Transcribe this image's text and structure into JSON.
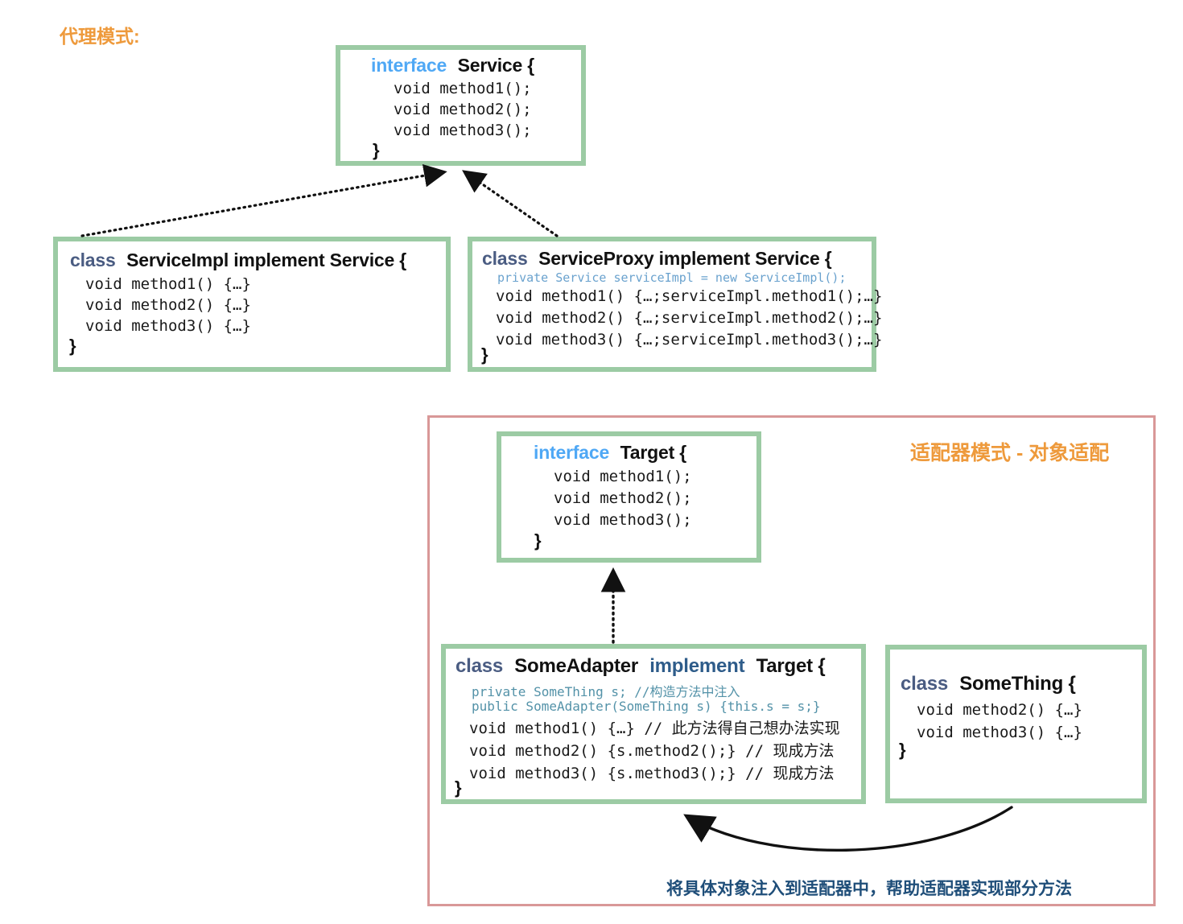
{
  "proxy_section": {
    "title": "代理模式:",
    "title_color": "#EE9A3C",
    "service_interface": {
      "kw": "interface",
      "name": "Service {",
      "lines": [
        "void method1();",
        "void method2();",
        "void method3();"
      ],
      "close": "}"
    },
    "service_impl": {
      "kw": "class",
      "name": "ServiceImpl implement Service {",
      "lines": [
        "void method1() {…}",
        "void method2() {…}",
        "void method3() {…}"
      ],
      "close": "}"
    },
    "service_proxy": {
      "kw": "class",
      "name": "ServiceProxy implement Service {",
      "field": "private Service serviceImpl = new ServiceImpl();",
      "lines": [
        "void method1() {…;serviceImpl.method1();…}",
        "void method2() {…;serviceImpl.method2();…}",
        "void method3() {…;serviceImpl.method3();…}"
      ],
      "close": "}"
    }
  },
  "adapter_section": {
    "title": "适配器模式 - 对象适配",
    "title_color": "#EE9A3C",
    "border_color": "#D99898",
    "target_interface": {
      "kw": "interface",
      "name": "Target {",
      "lines": [
        "void method1();",
        "void method2();",
        "void method3();"
      ],
      "close": "}"
    },
    "some_adapter": {
      "kw1": "class",
      "name1": "SomeAdapter",
      "kw2": "implement",
      "name2": "Target {",
      "field1": "private SomeThing s; //构造方法中注入",
      "field2": "public SomeAdapter(SomeThing s) {this.s = s;}",
      "lines": [
        "void method1() {…} // 此方法得自己想办法实现",
        "void method2() {s.method2();} // 现成方法",
        "void method3() {s.method3();} // 现成方法"
      ],
      "close": "}"
    },
    "some_thing": {
      "kw": "class",
      "name": "SomeThing {",
      "lines": [
        "void method2() {…}",
        "void method3() {…}"
      ],
      "close": "}"
    },
    "caption": "将具体对象注入到适配器中，帮助适配器实现部分方法",
    "caption_color": "#1F4E79"
  },
  "arrows": {
    "impl_to_service": "dotted-arrow-implements",
    "proxy_to_service": "dotted-arrow-implements",
    "adapter_to_target": "dotted-arrow-implements",
    "something_to_adapter": "solid-curved-arrow-injection"
  },
  "colors": {
    "box_border_green": "#9CCBA4",
    "interface_keyword_blue": "#4FA8F5",
    "class_keyword_slate": "#4A5C82",
    "code_field_blue": "#6AA2CE",
    "code_field_teal": "#5392A8"
  }
}
